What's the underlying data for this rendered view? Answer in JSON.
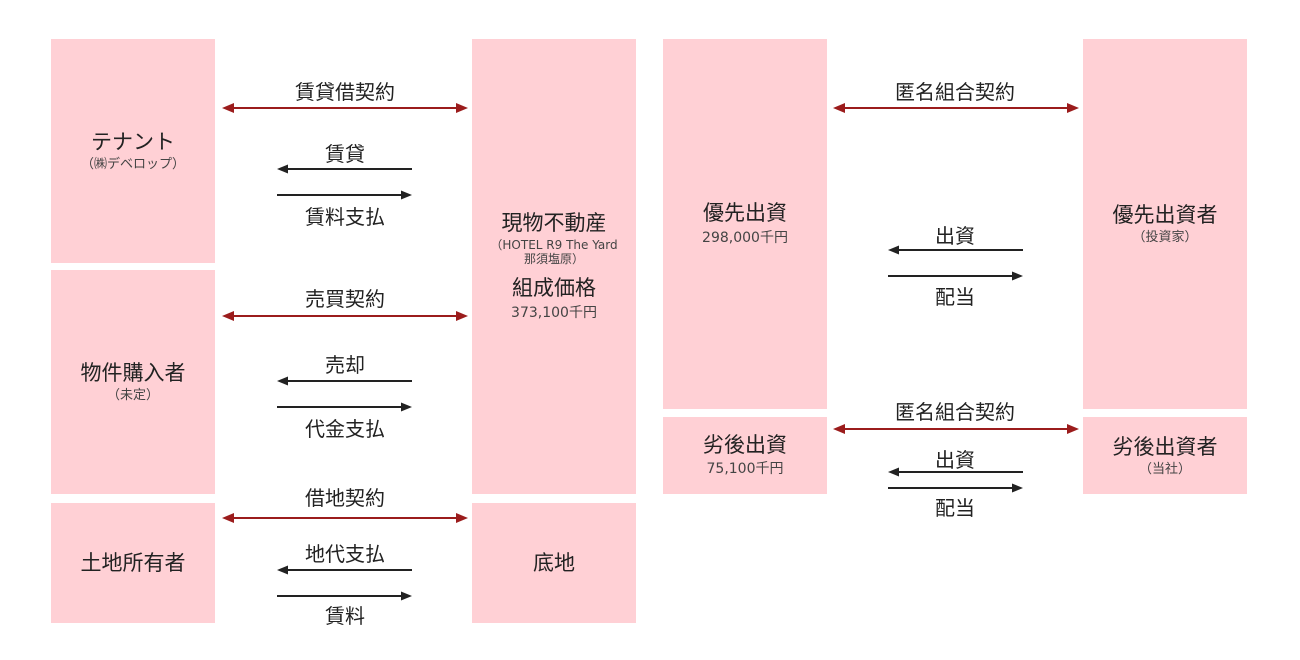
{
  "colors": {
    "box_fill": "#ffd0d5",
    "contract_arrow": "#9b1c1c",
    "flow_arrow": "#222222"
  },
  "left": {
    "tenant": {
      "name": "テナント",
      "sub": "（㈱デベロップ）"
    },
    "buyer": {
      "name": "物件購入者",
      "sub": "（未定）"
    },
    "landowner": {
      "name": "土地所有者"
    },
    "property": {
      "name": "現物不動産",
      "detail_line1": "（HOTEL R9 The Yard",
      "detail_line2": "那須塩原）",
      "price_label": "組成価格",
      "price_value": "373,100千円"
    },
    "land": {
      "name": "底地"
    },
    "lease_contract": "賃貸借契約",
    "lease_flow_left": "賃貸",
    "lease_flow_right": "賃料支払",
    "sale_contract": "売買契約",
    "sale_flow_left": "売却",
    "sale_flow_right": "代金支払",
    "land_contract": "借地契約",
    "land_flow_left": "地代支払",
    "land_flow_right": "賃料"
  },
  "right": {
    "senior_equity": {
      "name": "優先出資",
      "amount": "298,000千円"
    },
    "subordinate_equity": {
      "name": "劣後出資",
      "amount": "75,100千円"
    },
    "senior_investor": {
      "name": "優先出資者",
      "sub": "（投資家）"
    },
    "subordinate_investor": {
      "name": "劣後出資者",
      "sub": "（当社）"
    },
    "tk_contract_1": "匿名組合契約",
    "tk_contract_2": "匿名組合契約",
    "senior_flow_left": "出資",
    "senior_flow_right": "配当",
    "sub_flow_left": "出資",
    "sub_flow_right": "配当"
  }
}
